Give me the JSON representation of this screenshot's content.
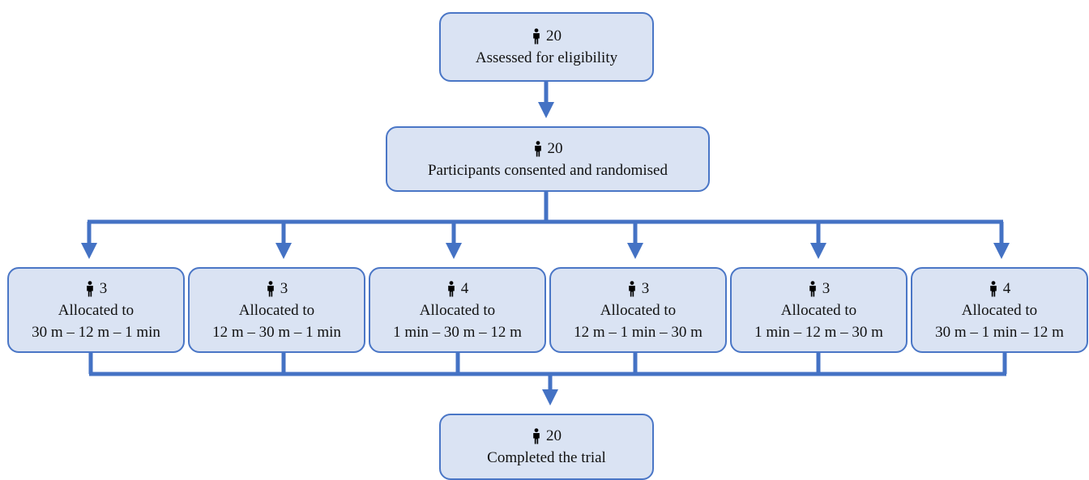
{
  "assessed": {
    "count": "20",
    "label": "Assessed for eligibility"
  },
  "randomised": {
    "count": "20",
    "label": "Participants consented and randomised"
  },
  "arms": [
    {
      "count": "3",
      "label": "Allocated to",
      "sequence": "30 m – 12 m – 1 min"
    },
    {
      "count": "3",
      "label": "Allocated to",
      "sequence": "12 m – 30 m – 1 min"
    },
    {
      "count": "4",
      "label": "Allocated to",
      "sequence": "1 min – 30 m – 12 m"
    },
    {
      "count": "3",
      "label": "Allocated to",
      "sequence": "12 m – 1 min – 30 m"
    },
    {
      "count": "3",
      "label": "Allocated to",
      "sequence": "1 min – 12 m – 30 m"
    },
    {
      "count": "4",
      "label": "Allocated to",
      "sequence": "30 m – 1 min – 12 m"
    }
  ],
  "completed": {
    "count": "20",
    "label": "Completed the trial"
  },
  "icon": "person-icon",
  "colors": {
    "box_fill": "#dae3f3",
    "box_border": "#4a76c6",
    "connector": "#4472c4"
  }
}
